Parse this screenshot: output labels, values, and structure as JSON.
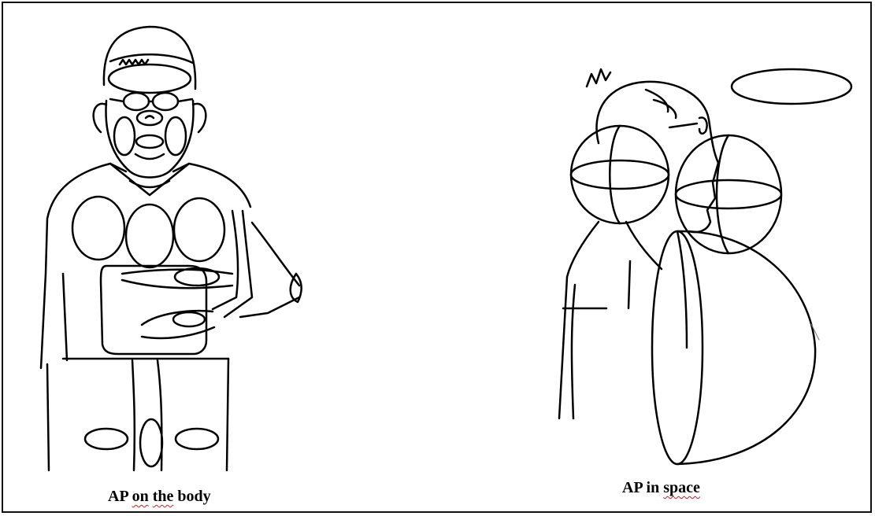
{
  "figure": {
    "left_caption": {
      "prefix": "AP ",
      "word1": "on",
      "space": " ",
      "word2": "the",
      "suffix": " body"
    },
    "right_caption": {
      "prefix": "AP in ",
      "word1": "space"
    },
    "colors": {
      "ink": "#000000",
      "spellcheck": "#c81e1e",
      "border": "#111111"
    }
  }
}
